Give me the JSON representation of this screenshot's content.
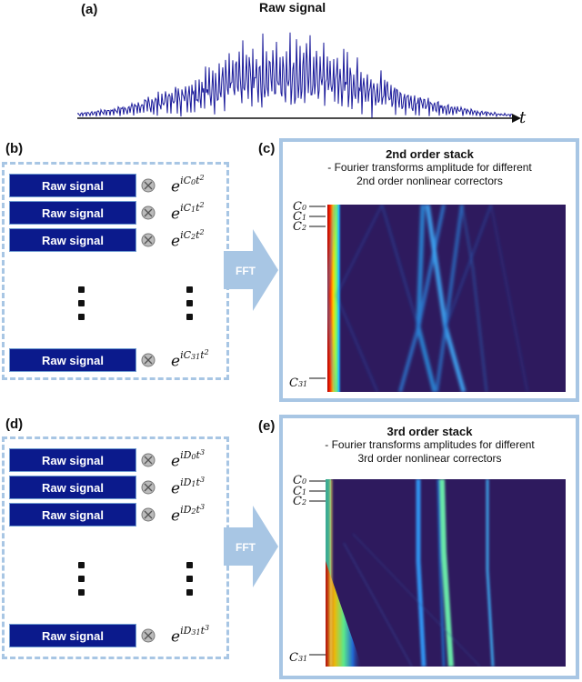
{
  "panel_a": {
    "letter": "(a)",
    "title": "Raw signal",
    "axis_label": "t"
  },
  "panel_b": {
    "letter": "(b)",
    "rows": [
      {
        "label": "Raw signal",
        "coef": "C",
        "sub": "0",
        "power": "2"
      },
      {
        "label": "Raw signal",
        "coef": "C",
        "sub": "1",
        "power": "2"
      },
      {
        "label": "Raw signal",
        "coef": "C",
        "sub": "2",
        "power": "2"
      },
      {
        "label": "Raw signal",
        "coef": "C",
        "sub": "31",
        "power": "2"
      }
    ]
  },
  "panel_c": {
    "letter": "(c)",
    "title": "2nd order stack",
    "subtitle_line1": "- Fourier transforms amplitude for different",
    "subtitle_line2": "2nd order nonlinear correctors",
    "y_labels": [
      "C0",
      "C1",
      "C2",
      "C31"
    ]
  },
  "panel_d": {
    "letter": "(d)",
    "rows": [
      {
        "label": "Raw signal",
        "coef": "D",
        "sub": "0",
        "power": "3"
      },
      {
        "label": "Raw signal",
        "coef": "D",
        "sub": "1",
        "power": "3"
      },
      {
        "label": "Raw signal",
        "coef": "D",
        "sub": "2",
        "power": "3"
      },
      {
        "label": "Raw signal",
        "coef": "D",
        "sub": "31",
        "power": "3"
      }
    ]
  },
  "panel_e": {
    "letter": "(e)",
    "title": "3rd order stack",
    "subtitle_line1": "- Fourier transforms amplitudes for different",
    "subtitle_line2": "3rd order nonlinear correctors",
    "y_labels": [
      "C0",
      "C1",
      "C2",
      "C31"
    ]
  },
  "fft_label": "FFT",
  "colors": {
    "signal": "#1a1a9a",
    "button": "#0b1a8c",
    "frame": "#a8c6e4",
    "heatmap_bg": "#2e1a5e"
  }
}
